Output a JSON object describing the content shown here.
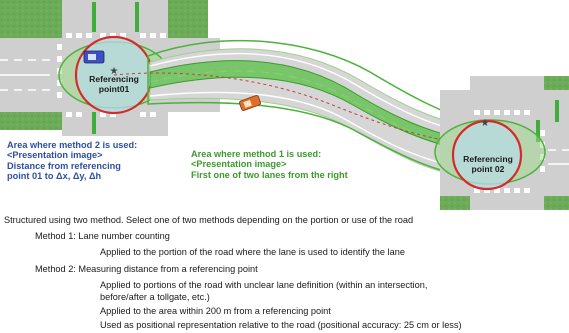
{
  "diagram": {
    "ref01": {
      "line1": "Referencing",
      "line2": "point01"
    },
    "ref02": {
      "line1": "Referencing",
      "line2": "point 02"
    },
    "method2_note": {
      "line1": "Area where method 2 is used:",
      "line2": "<Presentation image>",
      "line3": "Distance from referencing",
      "line4": "point 01 to Δx, Δy, Δh"
    },
    "method1_note": {
      "line1": "Area where method 1 is used:",
      "line2": "<Presentation image>",
      "line3": "First one of two lanes from the right"
    },
    "colors": {
      "road": "#c9c9c9",
      "lane_line": "#ffffff",
      "grass": "#5fa84f",
      "highlight_green": "#56b944",
      "circle_red": "#d62a2a",
      "circle_fill": "#b8dbe6",
      "blue_text": "#2e4fa3",
      "green_text": "#3d9a2c"
    }
  },
  "text": {
    "intro": "Structured using two method. Select one of two methods depending on the portion or use of the road",
    "m1_title": "Method 1: Lane number counting",
    "m1_desc": "Applied to the portion of the road where the lane is used to identify the lane",
    "m2_title": "Method 2: Measuring distance from a referencing point",
    "m2_desc1": "Applied to portions of the road with unclear lane definition (within an intersection,",
    "m2_desc2": "before/after a tollgate, etc.)",
    "m2_desc3": "Applied to the area within 200 m from a referencing point",
    "m2_desc4": "Used as positional representation relative to the road (positional accuracy: 25 cm or less)"
  }
}
